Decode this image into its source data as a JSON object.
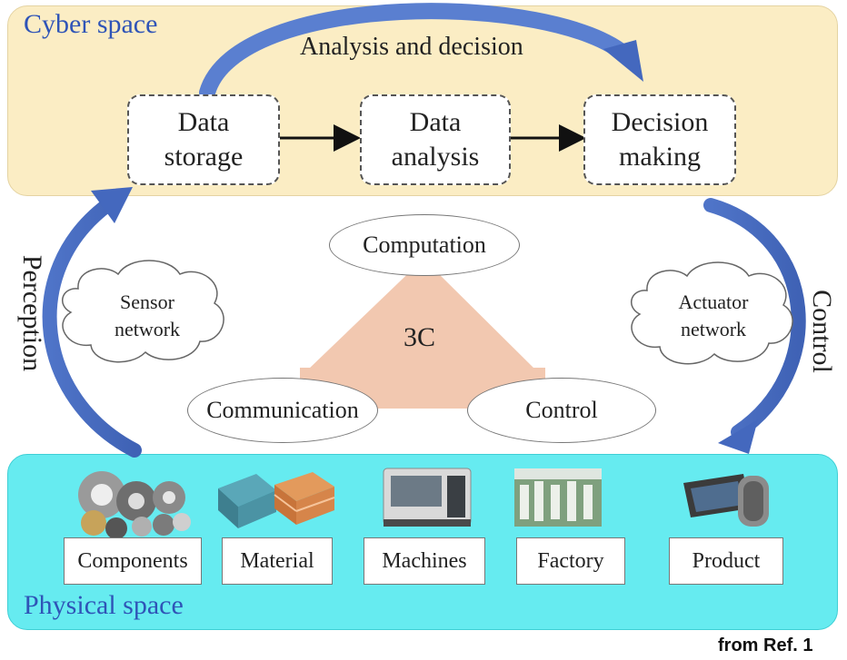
{
  "cyber_space": {
    "title": "Cyber space",
    "analysis_label": "Analysis and decision",
    "boxes": [
      {
        "line1": "Data",
        "line2": "storage"
      },
      {
        "line1": "Data",
        "line2": "analysis"
      },
      {
        "line1": "Decision",
        "line2": "making"
      }
    ]
  },
  "middle": {
    "center_label": "3C",
    "nodes": {
      "top": "Computation",
      "left": "Communication",
      "right": "Control"
    },
    "left_cloud": {
      "line1": "Sensor",
      "line2": "network"
    },
    "right_cloud": {
      "line1": "Actuator",
      "line2": "network"
    },
    "left_flow_label": "Perception",
    "right_flow_label": "Control"
  },
  "physical_space": {
    "title": "Physical space",
    "items": [
      "Components",
      "Material",
      "Machines",
      "Factory",
      "Product"
    ]
  },
  "source_note": "from Ref. 1",
  "colors": {
    "cyber_bg": "#fbedc4",
    "physical_bg": "#66ebf0",
    "arrow_blue": "#4f74c8",
    "triangle": "#f2c8b0",
    "title_blue": "#2f54b7"
  }
}
